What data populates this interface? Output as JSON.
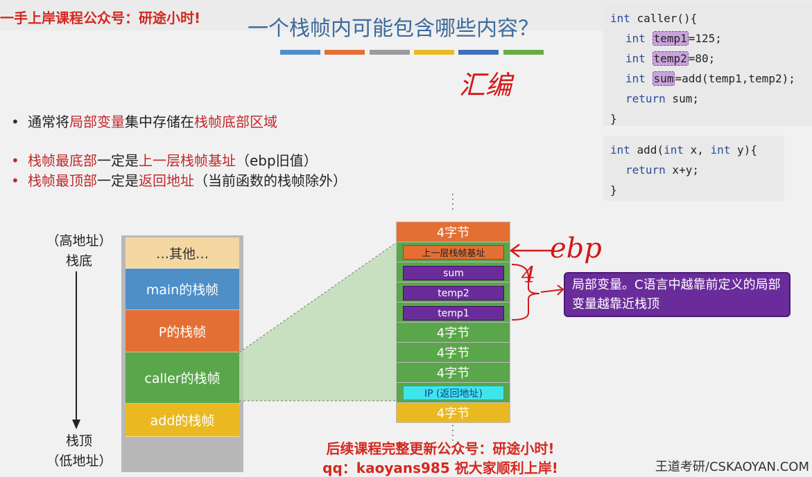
{
  "header": {
    "promo": "一手上岸课程公众号：研途小时!",
    "title": "一个栈帧内可能包含哪些内容？",
    "color_bars": [
      "#4e8fc8",
      "#e46f34",
      "#9a9a9a",
      "#eab922",
      "#3f6fb8",
      "#6aab45"
    ]
  },
  "annotations": {
    "huibian": "汇编",
    "ebp": "ebp",
    "four": "4"
  },
  "bullets": [
    {
      "parts": [
        [
          "通常将",
          "normal"
        ],
        [
          "局部变量",
          "red"
        ],
        [
          "集中存储在",
          "normal"
        ],
        [
          "栈帧底部区域",
          "red"
        ]
      ]
    },
    {
      "parts": [
        [
          "栈帧最底部",
          "red"
        ],
        [
          "一定是",
          "normal"
        ],
        [
          "上一层栈帧基址",
          "red"
        ],
        [
          "（ebp旧值）",
          "normal"
        ]
      ]
    },
    {
      "parts": [
        [
          "栈帧最顶部",
          "red"
        ],
        [
          "一定是",
          "normal"
        ],
        [
          "返回地址",
          "red"
        ],
        [
          "（当前函数的栈帧除外）",
          "normal"
        ]
      ]
    }
  ],
  "code_caller": {
    "line1_kw": "int",
    "line1_rest": " caller(){",
    "l2_kw": "int",
    "l2_var": "temp1",
    "l2_rest": "=125;",
    "l3_kw": "int",
    "l3_var": "temp2",
    "l3_rest": "=80;",
    "l4_kw": "int",
    "l4_var": "sum",
    "l4_rest": "=add(temp1,temp2);",
    "l5_kw": "return",
    "l5_rest": " sum;",
    "l6": "}"
  },
  "code_add": {
    "l1_kw": "int",
    "l1_mid": " add(",
    "l1_kw2": "int",
    "l1_mid2": " x, ",
    "l1_kw3": "int",
    "l1_end": " y){",
    "l2_kw": "return",
    "l2_rest": " x+y;",
    "l3": "}"
  },
  "labels": {
    "high_addr": "（高地址）",
    "stack_bottom": "栈底",
    "stack_top": "栈顶",
    "low_addr": "（低地址）"
  },
  "stack_frames": [
    {
      "label": "…其他…",
      "color": "#f5d7a1",
      "text_color": "#333"
    },
    {
      "label": "main的栈帧",
      "color": "#4e8fc8",
      "text_color": "#fff"
    },
    {
      "label": "P的栈帧",
      "color": "#e46f34",
      "text_color": "#fff"
    },
    {
      "label": "caller的栈帧",
      "color": "#5aa64a",
      "text_color": "#fff"
    },
    {
      "label": "add的栈帧",
      "color": "#eab922",
      "text_color": "#fff"
    }
  ],
  "detail": {
    "top_cell": "4字节",
    "ebp_box": "上一层栈帧基址",
    "sum": "sum",
    "temp2": "temp2",
    "temp1": "temp1",
    "cell4a": "4字节",
    "cell4b": "4字节",
    "cell4c": "4字节",
    "ip": "IP (返回地址)",
    "bottom_cell": "4字节"
  },
  "callout": "局部变量。C语言中越靠前定义的局部变量越靠近栈顶",
  "footer": {
    "promo_line1": "后续课程完整更新公众号：研途小时!",
    "promo_line2": "qq：kaoyans985 祝大家顺利上岸!",
    "watermark": "王道考研/CSKAOYAN.COM"
  }
}
